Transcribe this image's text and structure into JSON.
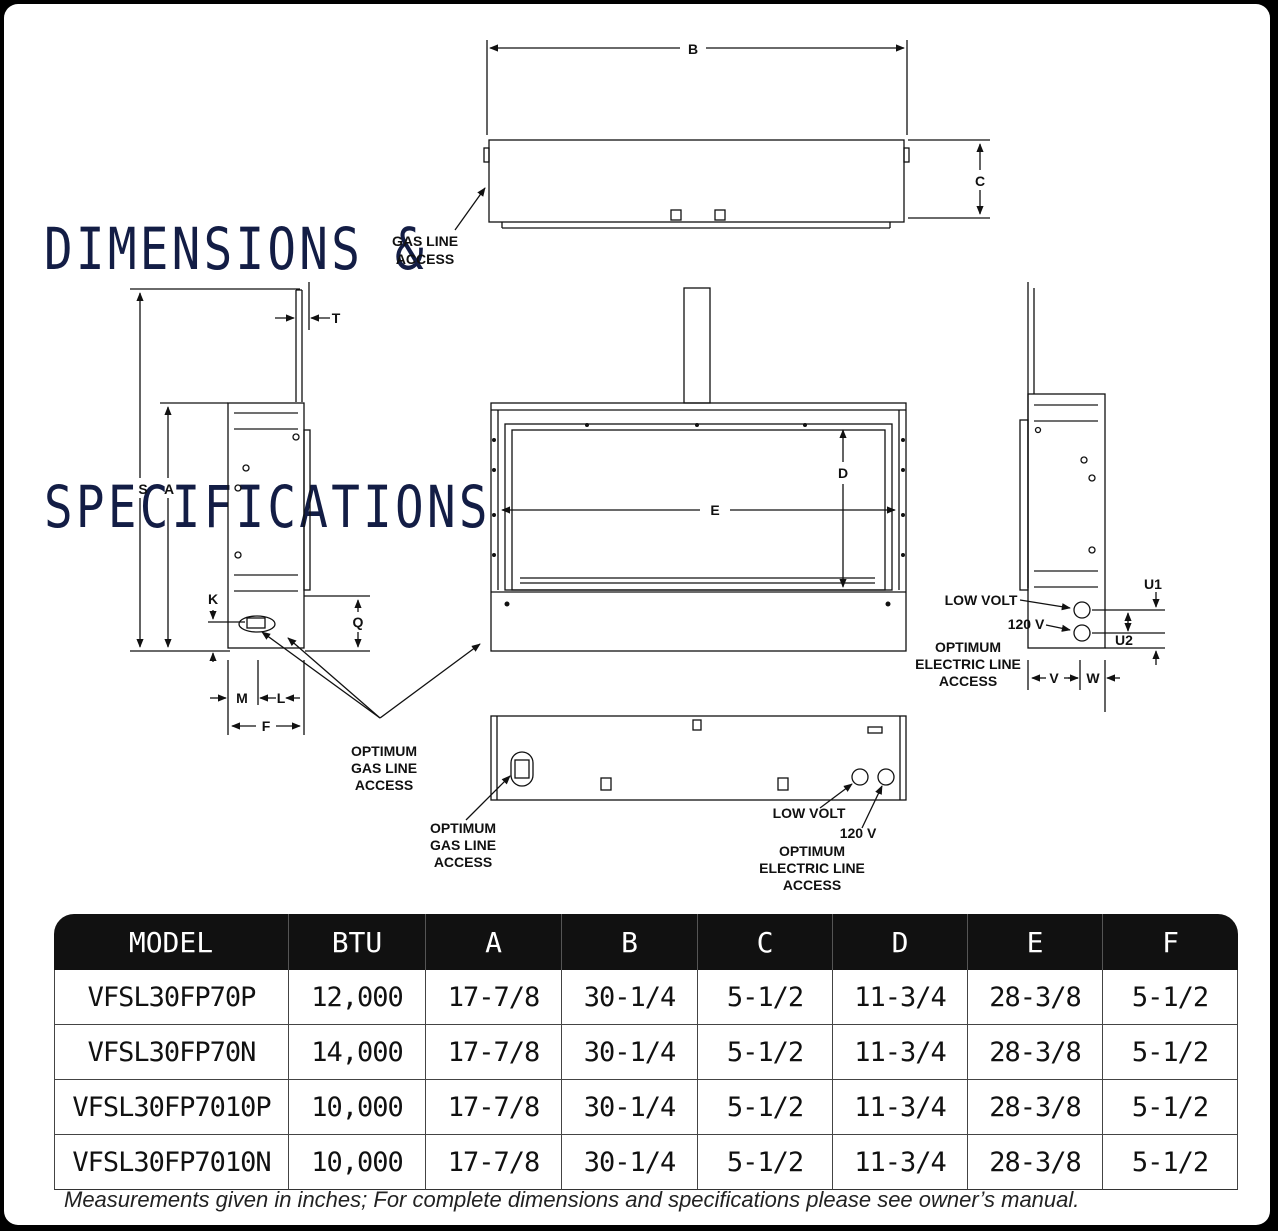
{
  "title": {
    "line1": "DIMENSIONS &",
    "line2": "SPECIFICATIONS"
  },
  "diagram_labels": {
    "B": "B",
    "C": "C",
    "S": "S",
    "A": "A",
    "T": "T",
    "K": "K",
    "Q": "Q",
    "M": "M",
    "L": "L",
    "F": "F",
    "D": "D",
    "E": "E",
    "U1": "U1",
    "U2": "U2",
    "V": "V",
    "W": "W",
    "gas_line_access_1": "GAS LINE",
    "gas_line_access_2": "ACCESS",
    "optimum_gas_1": "OPTIMUM",
    "optimum_gas_2": "GAS LINE",
    "optimum_gas_3": "ACCESS",
    "low_volt": "LOW VOLT",
    "v120": "120 V",
    "optimum_electric_1": "OPTIMUM",
    "optimum_electric_2": "ELECTRIC LINE",
    "optimum_electric_3": "ACCESS"
  },
  "table": {
    "headers": [
      "MODEL",
      "BTU",
      "A",
      "B",
      "C",
      "D",
      "E",
      "F"
    ],
    "rows": [
      [
        "VFSL30FP70P",
        "12,000",
        "17-7/8",
        "30-1/4",
        "5-1/2",
        "11-3/4",
        "28-3/8",
        "5-1/2"
      ],
      [
        "VFSL30FP70N",
        "14,000",
        "17-7/8",
        "30-1/4",
        "5-1/2",
        "11-3/4",
        "28-3/8",
        "5-1/2"
      ],
      [
        "VFSL30FP7010P",
        "10,000",
        "17-7/8",
        "30-1/4",
        "5-1/2",
        "11-3/4",
        "28-3/8",
        "5-1/2"
      ],
      [
        "VFSL30FP7010N",
        "10,000",
        "17-7/8",
        "30-1/4",
        "5-1/2",
        "11-3/4",
        "28-3/8",
        "5-1/2"
      ]
    ]
  },
  "footnote": "Measurements given in inches; For complete dimensions and specifications please see owner’s manual."
}
